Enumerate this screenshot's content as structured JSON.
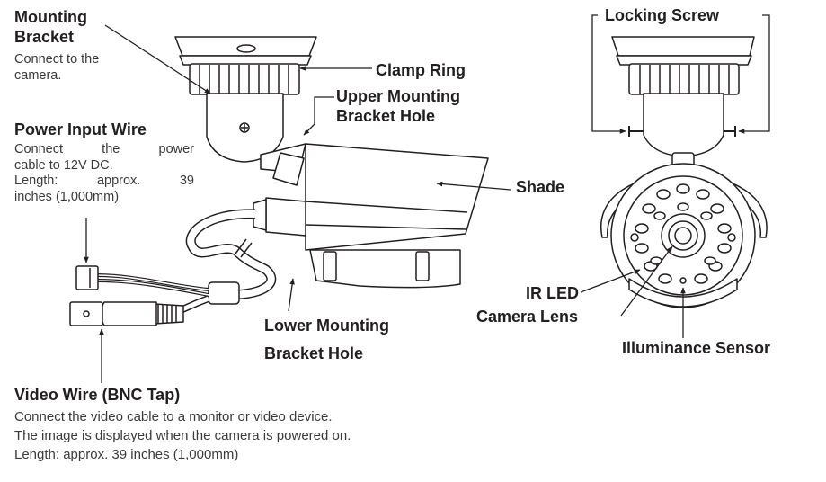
{
  "labels": {
    "mounting_bracket": [
      "Mounting",
      "Bracket"
    ],
    "mounting_bracket_desc": [
      "Connect to the",
      "camera."
    ],
    "clamp_ring": "Clamp Ring",
    "upper_hole": [
      "Upper Mounting",
      "Bracket Hole"
    ],
    "power_input": "Power Input Wire",
    "power_desc": [
      "Connect the power",
      "cable to 12V DC.",
      "Length: approx. 39",
      "inches (1,000mm)"
    ],
    "shade": "Shade",
    "lower_hole": [
      "Lower Mounting",
      "Bracket Hole"
    ],
    "video_wire": "Video Wire (BNC Tap)",
    "video_desc": [
      "Connect the video cable to a monitor or video device.",
      "The image is displayed when the camera is powered on.",
      "Length: approx. 39 inches  (1,000mm)"
    ],
    "locking_screw": "Locking Screw",
    "ir_led": "IR LED",
    "camera_lens": "Camera Lens",
    "illuminance_sensor": "Illuminance Sensor"
  },
  "colors": {
    "ink": "#231f20",
    "paper": "#ffffff"
  }
}
